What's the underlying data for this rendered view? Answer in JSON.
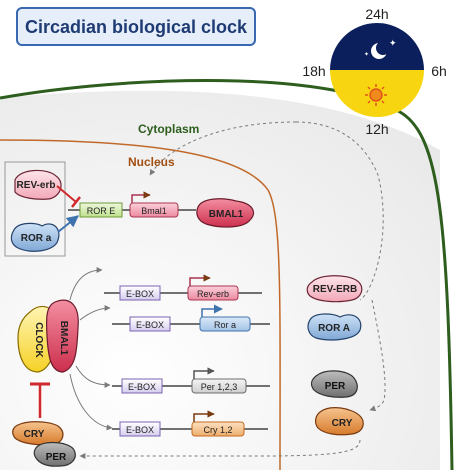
{
  "title": "Circadian biological clock",
  "clock_dial": {
    "top": "24h",
    "left": "18h",
    "right": "6h",
    "bottom": "12h",
    "night_icon": "moon-stars-icon",
    "day_icon": "sun-icon"
  },
  "compartments": {
    "cytoplasm": "Cytoplasm",
    "nucleus": "Nucleus"
  },
  "regulators": {
    "rev_erb": "REV-erb",
    "ror_a": "ROR a",
    "ror_e": "ROR E",
    "bmal1_gene": "Bmal1",
    "bmal1_protein": "BMAL1"
  },
  "complex": {
    "clock": "CLOCK",
    "bmal1": "BMAL1"
  },
  "gene_rows": [
    {
      "ebox": "E-BOX",
      "gene": "Rev-erb"
    },
    {
      "ebox": "E-BOX",
      "gene": "Ror a"
    },
    {
      "ebox": "E-BOX",
      "gene": "Per 1,2,3"
    },
    {
      "ebox": "E-BOX",
      "gene": "Cry 1,2"
    }
  ],
  "cyto_proteins": {
    "rev_erb": "REV-ERB",
    "ror_a": "ROR A",
    "per": "PER",
    "cry": "CRY"
  },
  "repressor": {
    "cry": "CRY",
    "per": "PER"
  },
  "colors": {
    "night": "#0b1f5c",
    "day": "#f7d511",
    "cell_membrane": "#2e5e1e",
    "nuclear_membrane": "#c0692a",
    "inhibition": "#d0282c",
    "activation": "#3f73ad",
    "title_bg": "#e6eefa",
    "title_border": "#3a68b0"
  }
}
